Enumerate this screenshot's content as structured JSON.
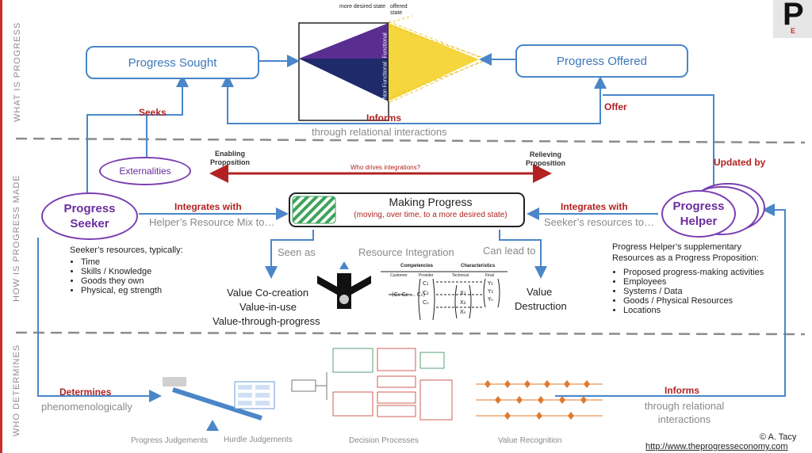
{
  "logo": {
    "letter": "P",
    "sub": "E"
  },
  "sections": {
    "top": "WHAT IS PROGRESS",
    "middle": "HOW IS PROGRESS MADE",
    "bottom": "WHO DETERMINES"
  },
  "triangle": {
    "label_more": "more desired state",
    "label_offered": "offered state",
    "functional": "Functional",
    "non_functional": "Non Functional"
  },
  "boxes": {
    "sought": "Progress Sought",
    "offered": "Progress Offered",
    "making_title": "Making Progress",
    "making_sub": "(moving, over time, to a more desired state)"
  },
  "arrows": {
    "seeks": "Seeks",
    "informs": "Informs",
    "informs_sub": "through relational interactions",
    "offer": "Offer",
    "updated_by": "Updated by",
    "integrates_left": "Integrates with",
    "integrates_left_sub": "Helper’s Resource Mix to…",
    "integrates_right": "Integrates with",
    "integrates_right_sub": "Seeker’s resources to…",
    "who_drives": "Who drives integrations?",
    "enabling": "Enabling Proposition",
    "relieving": "Relieving Proposition",
    "determines": "Determines",
    "determines_sub": "phenomenologically",
    "informs_bottom": "Informs",
    "informs_bottom_sub": "through relational interactions"
  },
  "nodes": {
    "externalities": "Externalities",
    "seeker": "Progress Seeker",
    "helper": "Progress Helper"
  },
  "seeker_resources": {
    "title": "Seeker’s resources, typically:",
    "items": [
      "Time",
      "Skills / Knowledge",
      "Goods they own",
      "Physical, eg strength"
    ]
  },
  "helper_resources": {
    "title": "Progress Helper’s supplementary Resources as a Progress Proposition:",
    "items": [
      "Proposed progress-making activities",
      "Employees",
      "Systems / Data",
      "Goods / Physical Resources",
      "Locations"
    ]
  },
  "middle_flow": {
    "seen_as": "Seen as",
    "resource_integration": "Resource Integration",
    "can_lead_to": "Can lead to",
    "co_creation": "Value Co-creation",
    "in_use": "Value-in-use",
    "through_progress": "Value-through-progress",
    "destruction_1": "Value",
    "destruction_2": "Destruction",
    "competencies": "Competencies",
    "characteristics": "Characteristics",
    "customer": "Customer",
    "provider": "Provider",
    "technical": "Technical",
    "final": "Final"
  },
  "captions": {
    "progress_judgements": "Progress Judgements",
    "hurdle_judgements": "Hurdle Judgements",
    "decision_processes": "Decision Processes",
    "value_recognition": "Value Recognition"
  },
  "footer": {
    "copyright": "© A. Tacy",
    "url": "http://www.theprogresseconomy.com"
  },
  "colors": {
    "blue": "#4a86c8",
    "purple": "#6a2d9e",
    "red": "#b22222",
    "navy": "#1f2a6b",
    "yellow": "#f2d23a"
  }
}
